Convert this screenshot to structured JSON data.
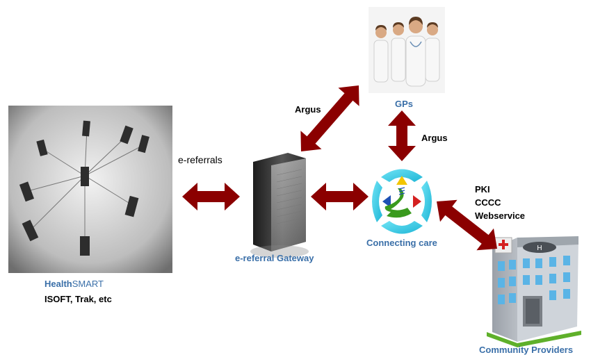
{
  "colors": {
    "arrow": "#8b0000",
    "label_blue": "#3a6fa8"
  },
  "icons": {
    "network": "network-diagram-icon",
    "server": "server-tower-icon",
    "doctors": "doctors-group-icon",
    "connecting_care": "connecting-care-logo-icon",
    "hospital": "hospital-building-icon"
  },
  "nodes": {
    "healthsmart": {
      "name_bold": "Health",
      "name_rest": "SMART",
      "sub": "ISOFT, Trak, etc"
    },
    "gateway": {
      "label": "e-referral Gateway"
    },
    "gps": {
      "label": "GPs"
    },
    "connecting_care": {
      "label": "Connecting care"
    },
    "community": {
      "label": "Community Providers"
    }
  },
  "edges": {
    "healthsmart_gateway": {
      "label": "e-referrals"
    },
    "gateway_gps": {
      "label": "Argus"
    },
    "gps_cc": {
      "label": "Argus"
    },
    "cc_community": {
      "lines": [
        "PKI",
        "CCCC",
        "Webservice"
      ]
    }
  }
}
